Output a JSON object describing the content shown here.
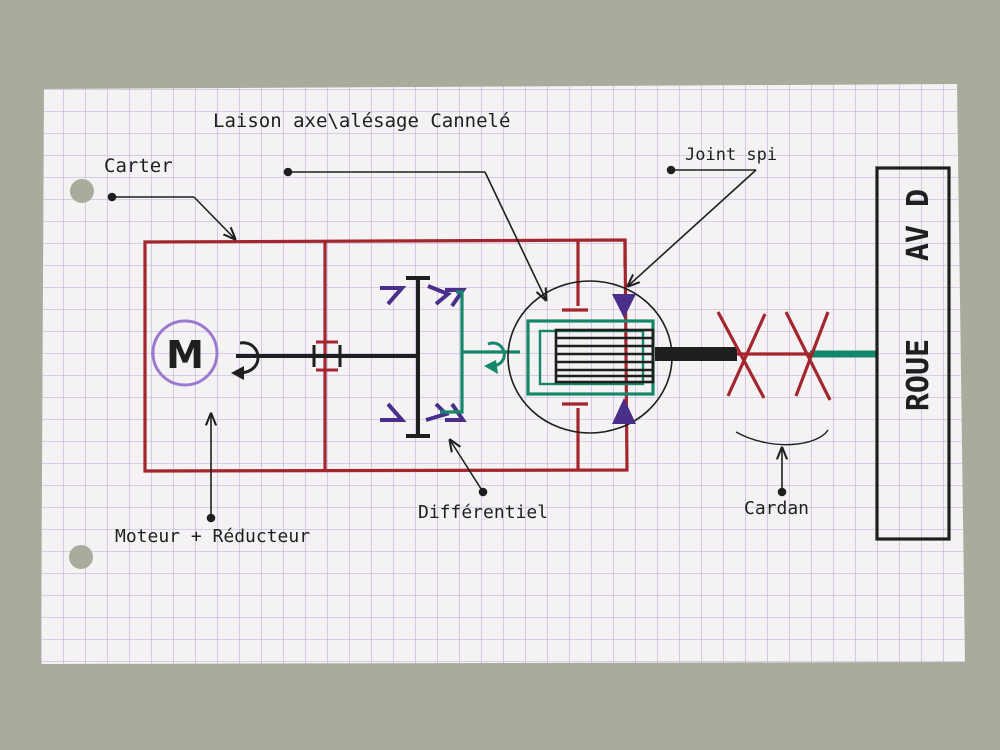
{
  "labels": {
    "carter": "Carter",
    "liaison": "Laison axe\\alésage Cannelé",
    "joint_spi": "Joint spi",
    "moteur_letter": "M",
    "moteur_reducteur": "Moteur + Réducteur",
    "differentiel": "Différentiel",
    "cardan": "Cardan",
    "roue": "ROUE",
    "av_d": "AV D"
  },
  "colors": {
    "background": "#a9ab9c",
    "paper": "#f4f2f3",
    "grid": "#b8a9d4",
    "housing_red": "#a3262f",
    "green": "#14876a",
    "purple": "#4a2f8a",
    "motor_circle": "#9b7ad0",
    "ink": "#1f1f1f"
  }
}
